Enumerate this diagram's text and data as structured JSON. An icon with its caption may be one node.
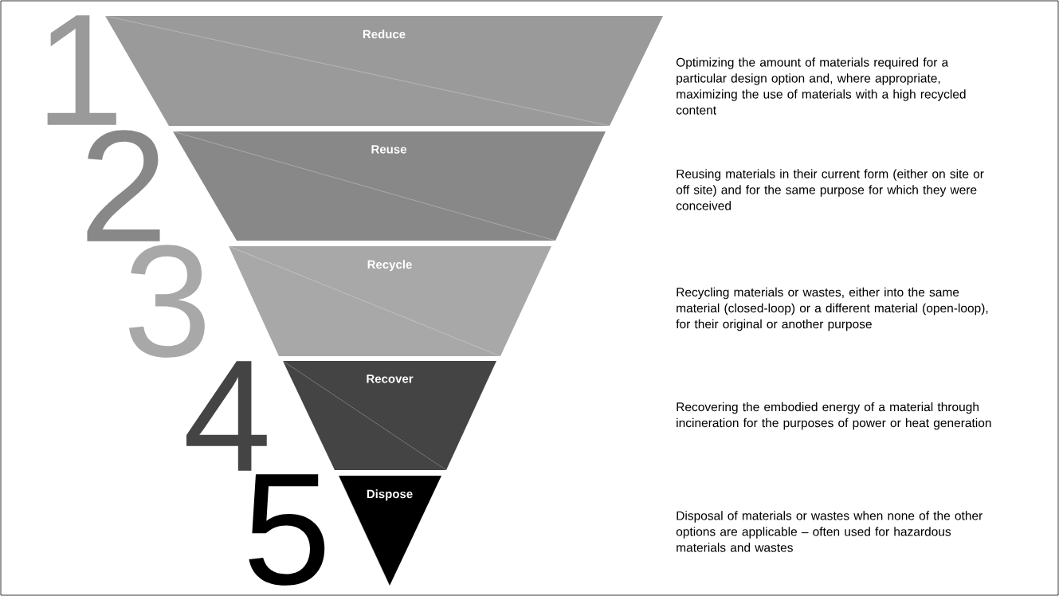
{
  "diagram": {
    "nodes": [
      {
        "text": [
          "Reduce"
        ],
        "beside": [
          "1"
        ]
      },
      {
        "text": [
          "Reuse"
        ],
        "beside": [
          "2"
        ]
      },
      {
        "text": [
          "Recycle"
        ],
        "beside": [
          "3"
        ]
      },
      {
        "text": [
          "Recover"
        ],
        "beside": [
          "4"
        ]
      },
      {
        "text": [
          "Dispose"
        ],
        "beside": [
          "5"
        ]
      }
    ],
    "labels": [
      "Optimizing the amount of materials required for a particular design option and, where appropriate, maximizing the use of materials with a high recycled content",
      "Reusing materials in their current form (either on site or off site) and for the same purpose for which they were conceived",
      "Recycling materials or wastes, either into the same material (closed-loop) or a different material (open-loop), for their original or another purpose",
      "Recovering the embodied energy of a material through incineration for the purposes of power or heat generation",
      "Disposal of materials or wastes when none of the other options are applicable – often used for hazardous materials and wastes"
    ]
  }
}
